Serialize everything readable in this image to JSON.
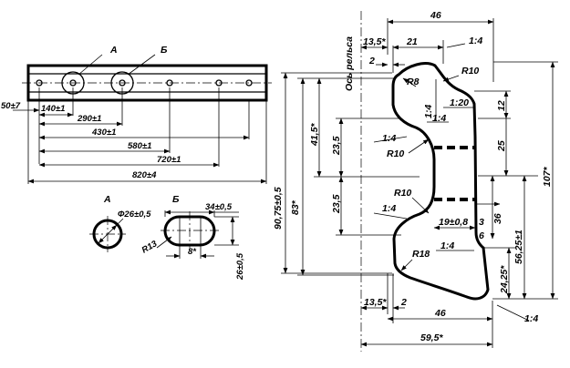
{
  "bar": {
    "hole_marks": [
      "А",
      "Б"
    ],
    "dims": [
      "50±7",
      "140±1",
      "290±1",
      "430±1",
      "580±1",
      "720±1",
      "820±4"
    ]
  },
  "hole_a": {
    "title": "А",
    "dia": "Ф26±0,5"
  },
  "hole_b": {
    "title": "Б",
    "width": "34±0,5",
    "radius": "R13",
    "gap": "8*",
    "height": "26±0,5"
  },
  "profile": {
    "axis_label": "Ось рельса",
    "dims": {
      "top_46": "46",
      "top_13_5": "13,5*",
      "top_21": "21",
      "top_slope": "1:4",
      "top_2": "2",
      "r10_top": "R10",
      "r8": "R8",
      "slope_1_4_v": "1:4",
      "slope_1_20": "1:20",
      "slope_1_4_b": "1:4",
      "d12": "12",
      "d25": "25",
      "d107": "107*",
      "d41_5": "41,5*",
      "d23_5_a": "23,5",
      "slope_left_top": "1:4",
      "r10_left_top": "R10",
      "d90_75": "90,75±0,5",
      "d83": "83*",
      "d23_5_b": "23,5",
      "r10_left_bot": "R10",
      "slope_left_bot": "1:4",
      "d19": "19±0,8",
      "d3": "3",
      "d6": "6",
      "d36": "36",
      "d56_25": "56,25±1",
      "r18": "R18",
      "slope_1_4_low": "1:4",
      "d24_25": "24,25*",
      "bot_13_5": "13,5*",
      "bot_2": "2",
      "bot_46": "46",
      "bot_slope": "1:4",
      "bot_59_5": "59,5*"
    }
  }
}
